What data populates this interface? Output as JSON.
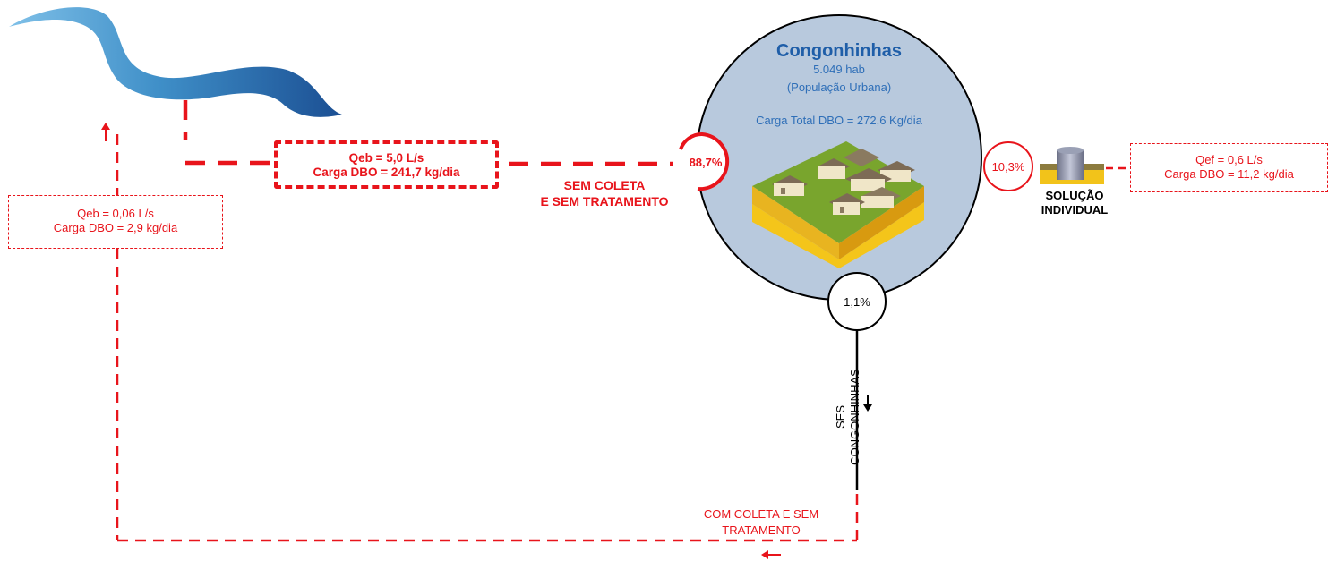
{
  "city": {
    "name": "Congonhinhas",
    "population": "5.049 hab",
    "population_note": "(População Urbana)",
    "total_load": "Carga Total DBO = 272,6 Kg/dia"
  },
  "sem_coleta": {
    "percent": "88,7%",
    "label_line1": "SEM COLETA",
    "label_line2": "E SEM TRATAMENTO",
    "flow": "Qeb = 5,0 L/s",
    "load": "Carga DBO = 241,7 kg/dia"
  },
  "solucao_individual": {
    "percent": "10,3%",
    "label_line1": "SOLUÇÃO",
    "label_line2": "INDIVIDUAL",
    "flow": "Qef = 0,6 L/s",
    "load": "Carga DBO = 11,2 kg/dia"
  },
  "com_coleta": {
    "percent": "1,1%",
    "ses_line1": "SES",
    "ses_line2": "CONGONHINHAS",
    "label_line1": "COM COLETA E SEM",
    "label_line2": "TRATAMENTO",
    "flow": "Qeb = 0,06 L/s",
    "load": "Carga DBO = 2,9 kg/dia"
  },
  "colors": {
    "accent_red": "#e8141b",
    "city_circle": "#b8c9dd",
    "title_blue": "#1f5ea8",
    "river_blue": "#3f8fc8"
  },
  "icons": [
    "river-icon",
    "houses-icon",
    "septic-tank-icon"
  ]
}
